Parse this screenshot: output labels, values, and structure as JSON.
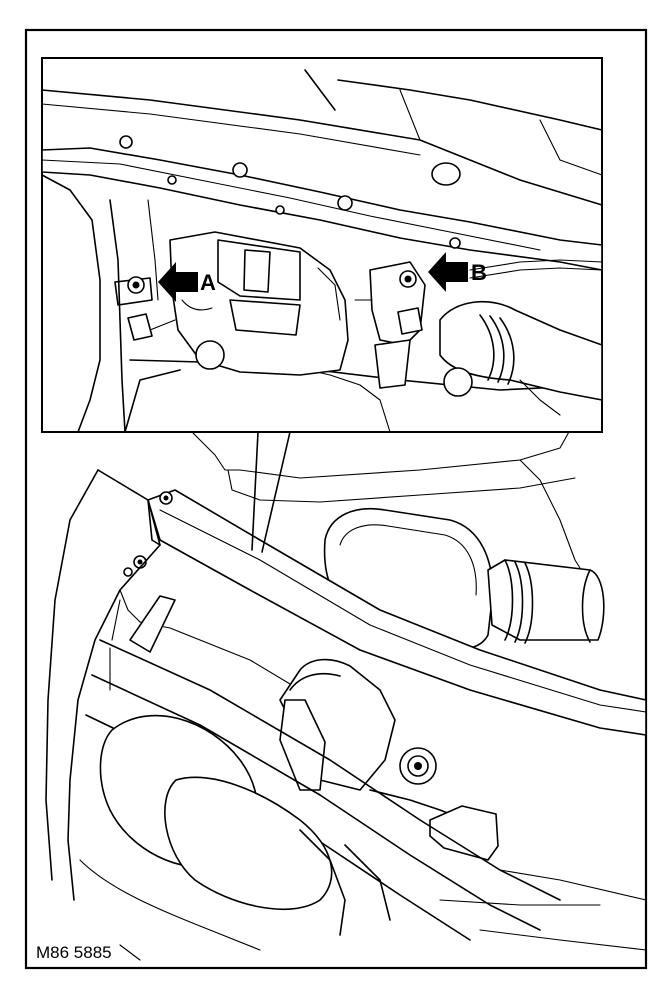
{
  "diagram": {
    "callouts": {
      "a": "A",
      "b": "B"
    },
    "reference_code": "M86 5885"
  }
}
